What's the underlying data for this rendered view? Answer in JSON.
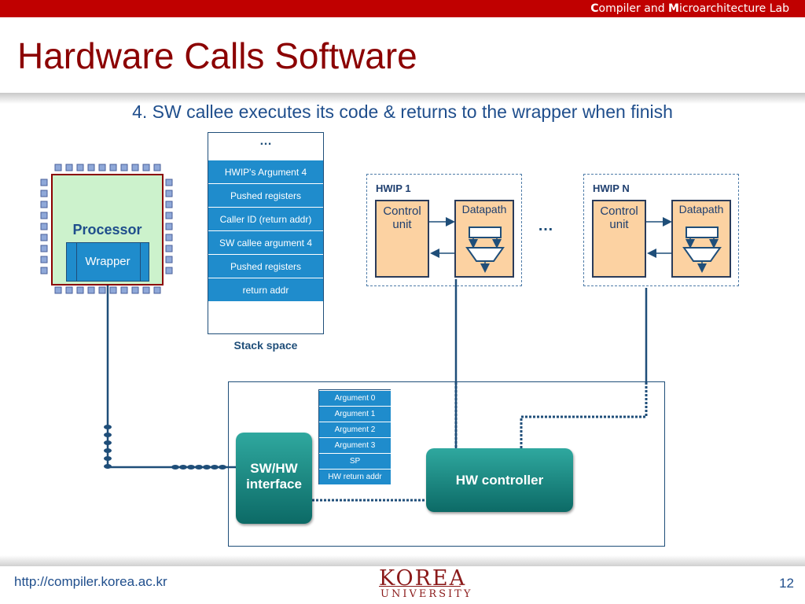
{
  "header": {
    "lab_c": "C",
    "lab_ompiler": "ompiler and ",
    "lab_m": "M",
    "lab_icro": "icroarchitecture Lab"
  },
  "title": "Hardware Calls Software",
  "subtitle": "4. SW callee executes its code & returns to the wrapper when finish",
  "processor": {
    "label": "Processor",
    "wrapper_label": "Wrapper"
  },
  "stack": {
    "top_ellipsis": "…",
    "cells": [
      "HWIP's Argument 4",
      "Pushed registers",
      "Caller ID (return addr)",
      "SW callee argument 4",
      "Pushed registers",
      "return addr"
    ],
    "caption": "Stack space"
  },
  "hwip1": {
    "title": "HWIP 1",
    "control": "Control unit",
    "datapath": "Datapath"
  },
  "hwipn": {
    "title": "HWIP N",
    "control": "Control unit",
    "datapath": "Datapath"
  },
  "hwip_ellipsis": "…",
  "bottom": {
    "args": [
      "Argument 0",
      "Argument 1",
      "Argument 2",
      "Argument 3",
      "SP",
      "HW return addr"
    ],
    "swhw_line1": "SW/HW",
    "swhw_line2": "interface",
    "hw_controller": "HW controller"
  },
  "footer": {
    "url": "http://compiler.korea.ac.kr",
    "page": "12",
    "logo_top": "KOREA",
    "logo_bottom": "UNIVERSITY"
  },
  "colors": {
    "red": "#c00000",
    "title": "#8b0000",
    "accent_blue": "#1f8ccc",
    "link_blue": "#1f4e8c",
    "unit_fill": "#fcd2a2",
    "green": "#0c6a66"
  }
}
